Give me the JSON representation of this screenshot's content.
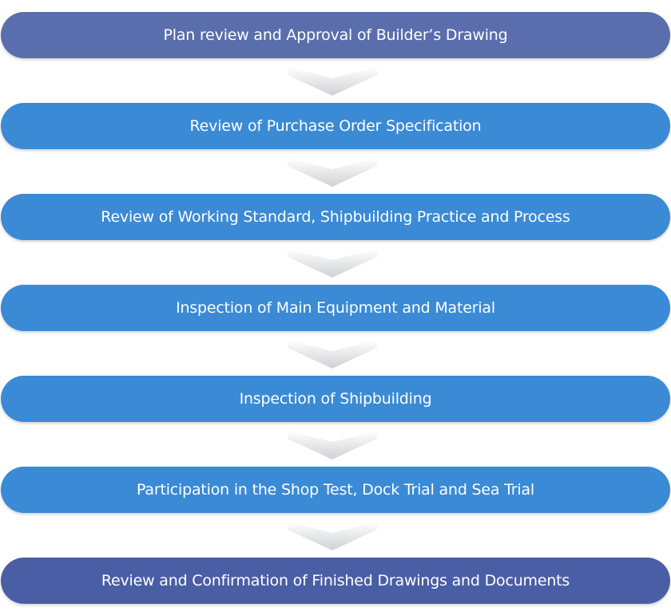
{
  "colors": {
    "first": "#5a6ead",
    "middle": "#3a8ad6",
    "last": "#4a5ea6",
    "arrow": "#d4d6da"
  },
  "steps": [
    {
      "label": "Plan review and Approval of Builder’s Drawing",
      "color": "#5a6ead"
    },
    {
      "label": "Review of Purchase Order Specification",
      "color": "#3a8ad6"
    },
    {
      "label": "Review of Working Standard, Shipbuilding Practice and Process",
      "color": "#3a8ad6"
    },
    {
      "label": "Inspection of Main Equipment and Material",
      "color": "#3a8ad6"
    },
    {
      "label": "Inspection of Shipbuilding",
      "color": "#3a8ad6"
    },
    {
      "label": "Participation in the Shop Test, Dock Trial and Sea Trial",
      "color": "#3a8ad6"
    },
    {
      "label": "Review and Confirmation of Finished Drawings and Documents",
      "color": "#4a5ea6"
    }
  ],
  "connector_icon": "chevron-down-icon"
}
